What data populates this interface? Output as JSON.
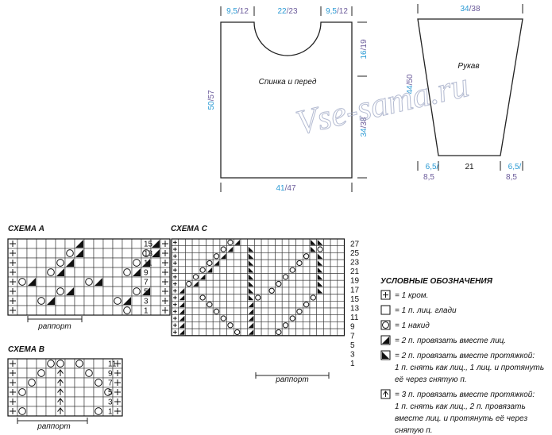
{
  "watermark": "Vse-sama.ru",
  "pattern": {
    "body_label": "Спинка и перед",
    "top_left": {
      "a": "9,5",
      "b": "12"
    },
    "top_mid": {
      "a": "22",
      "b": "23"
    },
    "top_right": {
      "a": "9,5",
      "b": "12"
    },
    "right_upper": {
      "a": "16",
      "b": "19"
    },
    "right_lower": {
      "a": "34",
      "b": "38"
    },
    "left_height": {
      "a": "50",
      "b": "57"
    },
    "bottom_width": {
      "a": "41",
      "b": "47"
    },
    "sleeve_label": "Рукав",
    "sleeve_top": {
      "a": "34",
      "b": "38"
    },
    "sleeve_height": {
      "a": "44",
      "b": "50"
    },
    "sleeve_bottom_left": {
      "a": "6,5/",
      "b": "8,5"
    },
    "sleeve_bottom_mid": "21",
    "sleeve_bottom_right": {
      "a": "6,5/",
      "b": "8,5"
    }
  },
  "schemes": {
    "a": {
      "title": "СХЕМА А",
      "repeat": "раппорт",
      "rows": [
        "15",
        "13",
        "11",
        "9",
        "7",
        "5",
        "3",
        "1"
      ]
    },
    "b": {
      "title": "СХЕМА В",
      "repeat": "раппорт",
      "rows": [
        "11",
        "9",
        "7",
        "5",
        "3",
        "1"
      ]
    },
    "c": {
      "title": "СХЕМА С",
      "repeat": "раппорт",
      "rows": [
        "27",
        "25",
        "23",
        "21",
        "19",
        "17",
        "15",
        "13",
        "11",
        "9",
        "7",
        "5",
        "3",
        "1"
      ]
    }
  },
  "legend": {
    "title": "УСЛОВНЫЕ ОБОЗНАЧЕНИЯ",
    "items": [
      {
        "symbol": "plus",
        "lines": [
          "= 1 кром."
        ]
      },
      {
        "symbol": "empty",
        "lines": [
          "= 1 п. лиц. глади"
        ]
      },
      {
        "symbol": "circle",
        "lines": [
          "= 1 накид"
        ]
      },
      {
        "symbol": "k2tog",
        "lines": [
          "= 2 п. провязать вместе лиц."
        ]
      },
      {
        "symbol": "ssk",
        "lines": [
          "= 2 п. провязать вместе протяжкой:",
          "1 п. снять как лиц., 1 лиц. и протянуть",
          "её через снятую п."
        ]
      },
      {
        "symbol": "s2k",
        "lines": [
          "= 3 п. провязать вместе протяжкой:",
          "1 п. снять как лиц., 2 п. провязать",
          "вместе лиц. и протянуть её через",
          "снятую п."
        ]
      }
    ]
  }
}
